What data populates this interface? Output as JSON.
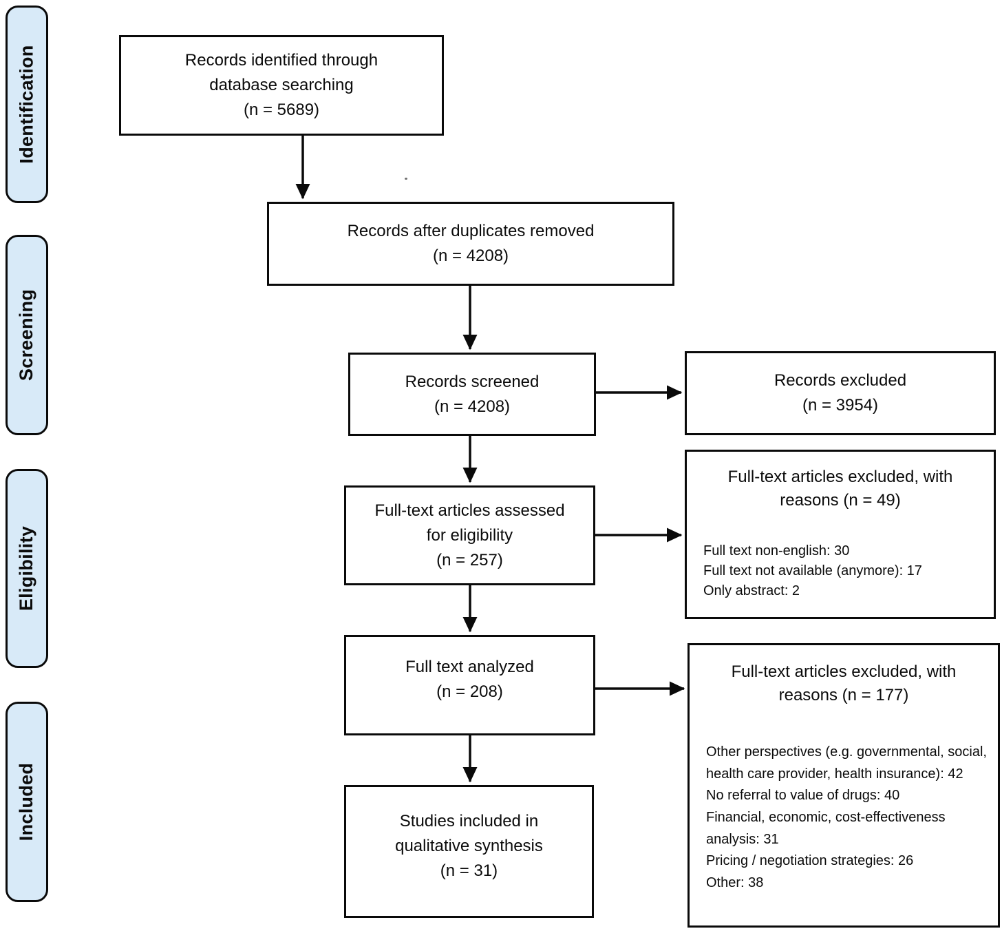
{
  "colors": {
    "stage_fill": "#d8eaf8",
    "box_border": "#0a0a0a",
    "background": "#ffffff"
  },
  "stages": [
    {
      "label": "Identification"
    },
    {
      "label": "Screening"
    },
    {
      "label": "Eligibility"
    },
    {
      "label": "Included"
    }
  ],
  "flow": {
    "identified": {
      "text": "Records identified through\ndatabase searching\n(n = 5689)"
    },
    "deduplicated": {
      "text": "Records after duplicates removed\n(n = 4208)"
    },
    "screened": {
      "text": "Records screened\n(n = 4208)"
    },
    "assessed": {
      "text": "Full-text articles assessed\nfor eligibility\n(n = 257)"
    },
    "analyzed": {
      "text": "Full text analyzed\n(n = 208)"
    },
    "included": {
      "text": "Studies included in\nqualitative synthesis\n(n = 31)"
    }
  },
  "exclusions": {
    "records": {
      "text": "Records excluded\n(n = 3954)"
    },
    "fulltext49": {
      "heading": "Full-text articles excluded, with\nreasons (n = 49)",
      "reasons": [
        "Full text non-english: 30",
        "Full text not available (anymore): 17",
        "Only abstract: 2"
      ]
    },
    "fulltext177": {
      "heading": "Full-text articles excluded, with\nreasons (n = 177)",
      "reasons": [
        "Other perspectives (e.g. governmental, social, health care provider, health insurance): 42",
        "No referral to value of drugs: 40",
        "Financial, economic, cost-effectiveness analysis: 31",
        "Pricing / negotiation strategies: 26",
        "Other: 38"
      ]
    }
  }
}
